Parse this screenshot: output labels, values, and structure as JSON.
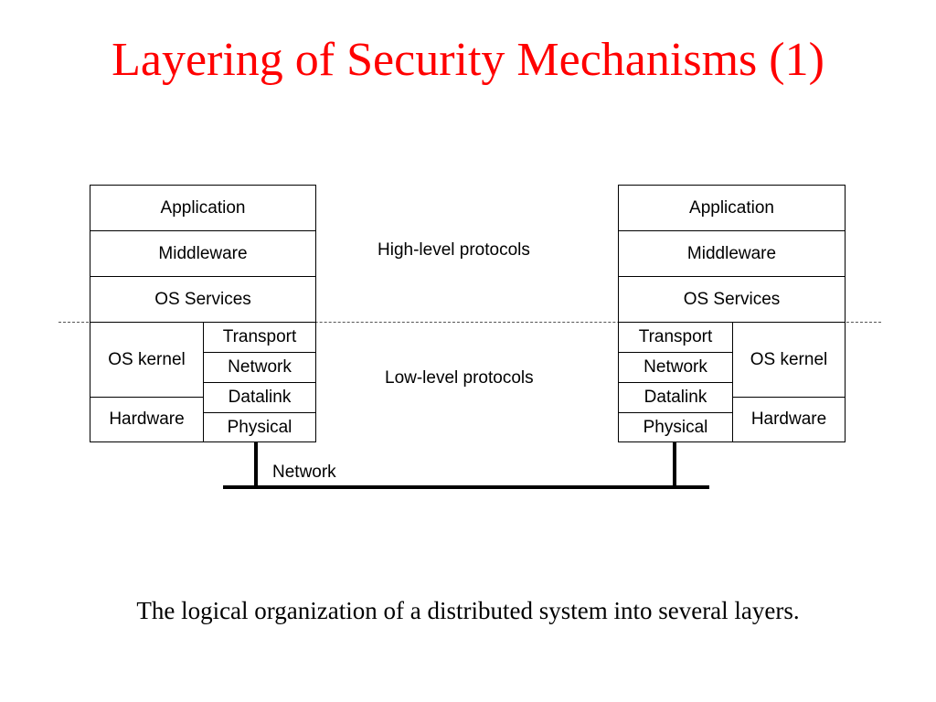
{
  "title": "Layering of Security Mechanisms (1)",
  "caption": "The logical organization of a distributed system into several layers.",
  "diagram": {
    "left_stack": {
      "application": "Application",
      "middleware": "Middleware",
      "os_services": "OS Services",
      "os_kernel": "OS kernel",
      "hardware": "Hardware",
      "transport": "Transport",
      "network": "Network",
      "datalink": "Datalink",
      "physical": "Physical"
    },
    "right_stack": {
      "application": "Application",
      "middleware": "Middleware",
      "os_services": "OS Services",
      "os_kernel": "OS kernel",
      "hardware": "Hardware",
      "transport": "Transport",
      "network": "Network",
      "datalink": "Datalink",
      "physical": "Physical"
    },
    "high_level_label": "High-level protocols",
    "low_level_label": "Low-level protocols",
    "network_label": "Network"
  }
}
